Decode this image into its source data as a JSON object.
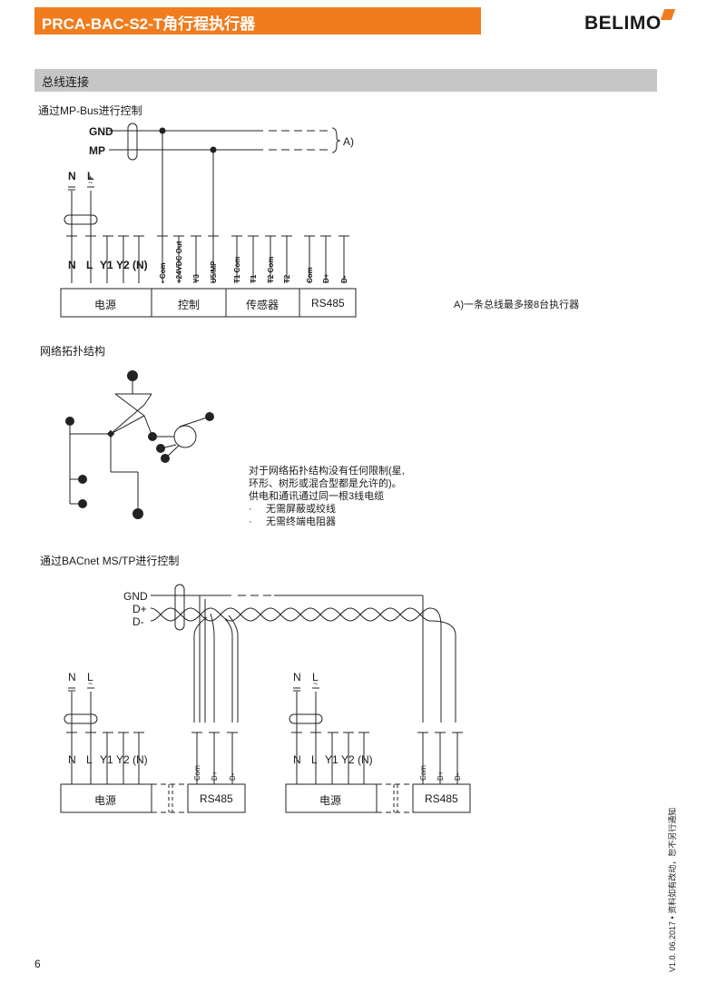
{
  "header": {
    "title": "PRCA-BAC-S2-T角行程执行器",
    "brand": "BELIMO",
    "accent": "#f07c1e"
  },
  "section": {
    "title": "总线连接"
  },
  "mpbus": {
    "heading": "通过MP-Bus进行控制",
    "bus_gnd": "GND",
    "bus_mp": "MP",
    "bus_note_ref": "A)",
    "supply_top": [
      "N",
      "L"
    ],
    "terminals": [
      "N",
      "L",
      "Y1",
      "Y2",
      "(N)"
    ],
    "vertical_terms": [
      "- Com",
      "+24VDC Out",
      "Y3",
      "U5/MP",
      "T1 Com",
      "T1",
      "T2 Com",
      "T2",
      "Com",
      "D+",
      "D-"
    ],
    "boxes": [
      "电源",
      "控制",
      "传感器",
      "RS485"
    ],
    "footnote": "A)一条总线最多接8台执行器"
  },
  "topology": {
    "heading": "网络拓扑结构",
    "note_lines": [
      "对于网络拓扑结构没有任何限制(星,",
      "环形、树形或混合型都是允许的)。",
      "供电和通讯通过同一根3线电缆"
    ],
    "bullets": [
      "无需屏蔽或绞线",
      "无需终端电阻器"
    ]
  },
  "bacnet": {
    "heading": "通过BACnet MS/TP进行控制",
    "bus_labels": [
      "GND",
      "D+",
      "D-"
    ],
    "supply_top": [
      "N",
      "L"
    ],
    "terminals": [
      "N",
      "L",
      "Y1",
      "Y2",
      "(N)"
    ],
    "vertical_terms": [
      "Com",
      "D+",
      "D-"
    ],
    "boxes": [
      "电源",
      "RS485"
    ]
  },
  "footer": {
    "page": "6",
    "version": "V1.0. 06.2017 • 资料如有改动，恕不另行通知"
  }
}
